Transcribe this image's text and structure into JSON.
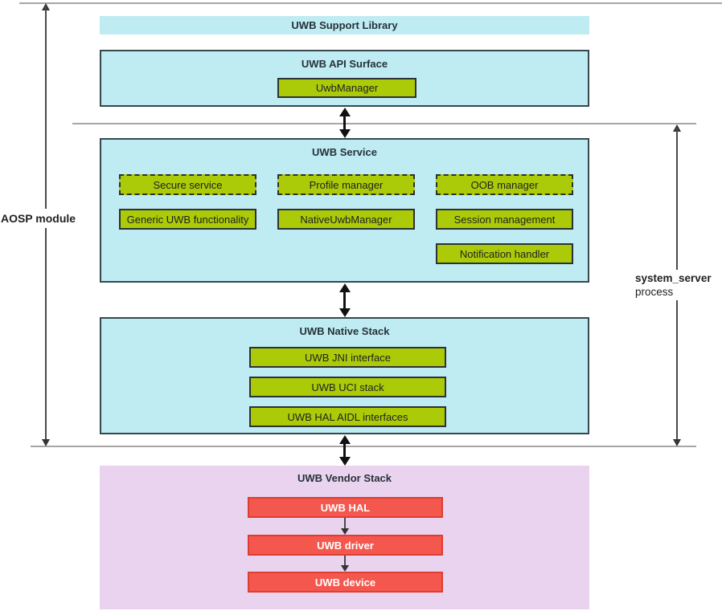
{
  "colors": {
    "cyan_fill": "#bfebf3",
    "purple_fill": "#e9d3ee",
    "green_fill": "#abcb08",
    "red_fill": "#f4574d",
    "red_border": "#de3e32",
    "box_border": "#37474f",
    "separator_gray": "#a6a6a6",
    "text_dark": "#263238"
  },
  "side_labels": {
    "aosp_module": "AOSP module",
    "system_server": "system_server",
    "process": "process"
  },
  "support_library": {
    "title": "UWB Support Library"
  },
  "api_surface": {
    "title": "UWB API Surface",
    "uwb_manager": "UwbManager"
  },
  "uwb_service": {
    "title": "UWB Service",
    "dashed_modules": [
      "Secure service",
      "Profile manager",
      "OOB manager"
    ],
    "solid_modules": [
      "Generic UWB functionality",
      "NativeUwbManager",
      "Session management",
      "Notification handler"
    ]
  },
  "native_stack": {
    "title": "UWB Native Stack",
    "modules": [
      "UWB JNI interface",
      "UWB UCI stack",
      "UWB HAL AIDL interfaces"
    ]
  },
  "vendor_stack": {
    "title": "UWB Vendor Stack",
    "modules": [
      "UWB HAL",
      "UWB driver",
      "UWB device"
    ]
  }
}
